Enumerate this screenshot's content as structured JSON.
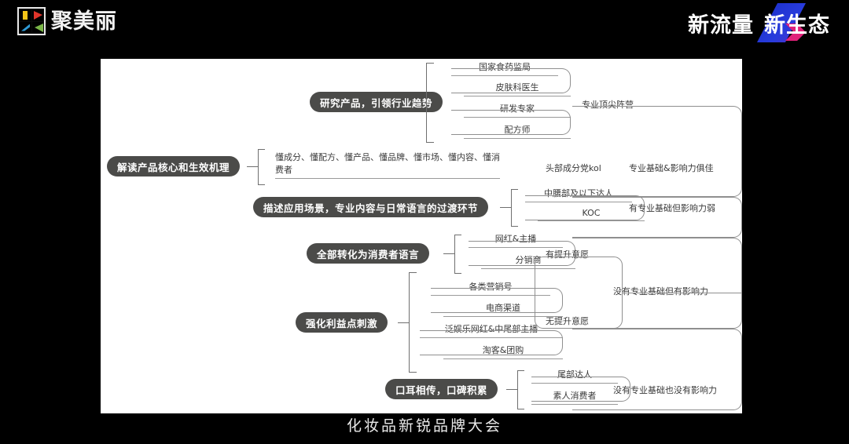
{
  "header": {
    "logo_text": "聚美丽",
    "logo_icon": "four-color-grid-logo",
    "banner_left": "新流量",
    "banner_right": "新生态",
    "banner_arrow_icon": "chevron-arrow-graphic"
  },
  "footer": {
    "caption": "化妆品新锐品牌大会"
  },
  "diagram": {
    "branches": [
      {
        "node": "研究产品，引领行业趋势",
        "leaves": [
          "国家食药监局",
          "皮肤科医生",
          "研发专家",
          "配方师"
        ],
        "summary": "专业顶尖阵营"
      },
      {
        "node": "解读产品核心和生效机理",
        "leaves": [
          "懂成分、懂配方、懂产品、懂品牌、懂市场、懂内容、懂消费者"
        ],
        "mid": "头部成分党kol",
        "summary": "专业基础&影响力俱佳"
      },
      {
        "node": "描述应用场景，专业内容与日常语言的过渡环节",
        "leaves": [
          "中腰部及以下达人",
          "KOC"
        ],
        "summary": "有专业基础但影响力弱"
      },
      {
        "node": "全部转化为消费者语言",
        "leaves": [
          "网红&主播",
          "分销商"
        ],
        "mid": "有提升意愿",
        "summary": "没有专业基础但有影响力"
      },
      {
        "node": "强化利益点刺激",
        "leaves": [
          "各类营销号",
          "电商渠道",
          "泛娱乐网红&中尾部主播",
          "淘客&团购"
        ],
        "mid": "无提升意愿"
      },
      {
        "node": "口耳相传，口碑积累",
        "leaves": [
          "尾部达人",
          "素人消费者"
        ],
        "summary": "没有专业基础也没有影响力"
      }
    ]
  },
  "colors": {
    "background": "#000000",
    "canvas": "#ffffff",
    "node_fill": "#4b4b49",
    "node_text": "#ffffff",
    "line": "#8f8f8f",
    "leaf_text": "#3a3a3a"
  }
}
